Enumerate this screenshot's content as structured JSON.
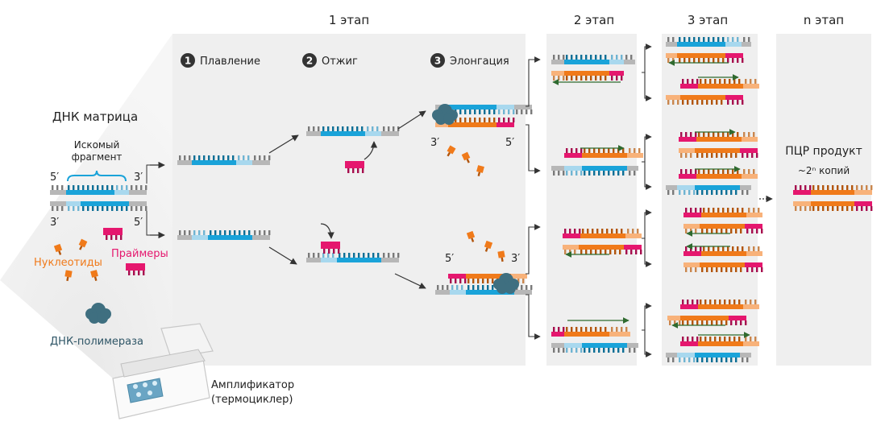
{
  "stages": {
    "stage1": "1 этап",
    "stage2": "2 этап",
    "stage3": "3 этап",
    "stageN": "n этап"
  },
  "steps": [
    {
      "number": "1",
      "label": "Плавление"
    },
    {
      "number": "2",
      "label": "Отжиг"
    },
    {
      "number": "3",
      "label": "Элонгация"
    }
  ],
  "left": {
    "template_title": "ДНК матрица",
    "fragment_label_line1": "Искомый",
    "fragment_label_line2": "фрагмент",
    "nucleotides": "Нуклеотиды",
    "primers": "Праймеры",
    "polymerase": "ДНК-полимераза",
    "amplifier_line1": "Амплификатор",
    "amplifier_line2": "(термоциклер)"
  },
  "ends": {
    "five": "5′",
    "three": "3′"
  },
  "product": {
    "title": "ПЦР продукт",
    "copies": "~2ⁿ копий"
  },
  "colors": {
    "template_blue": "#1aa3d9",
    "light_blue": "#a8d8ee",
    "grey": "#b7b7b7",
    "copy_orange": "#f07a1a",
    "light_orange": "#f8b27a",
    "primer_pink": "#e5176e",
    "polymerase": "#3f6f80",
    "panel": "#efefef",
    "arrow_green": "#2f6a2f"
  }
}
